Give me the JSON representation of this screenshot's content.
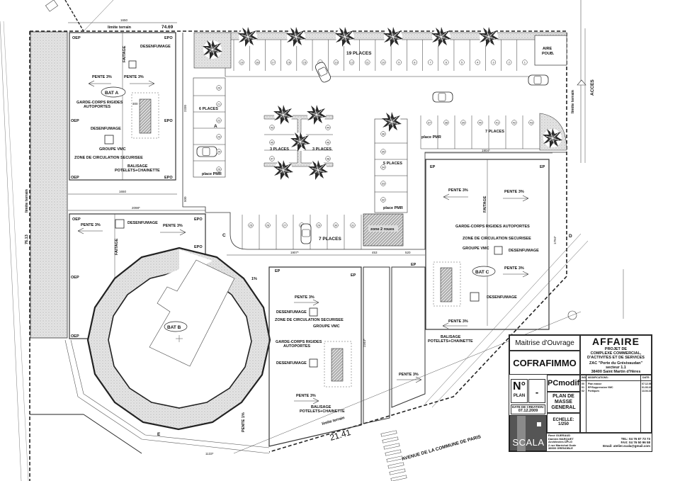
{
  "title_block": {
    "owner_label": "Maitrise d'Ouvrage",
    "owner": "COFRAFIMMO",
    "affaire_label": "AFFAIRE",
    "project_lines": [
      "PROJET DE",
      "COMPLEXE COMMERCIAL,",
      "D'ACTIVITES ET DE SERVICES"
    ],
    "location_lines": [
      "ZAC \"Porte du Grésivaudan\"",
      "secteur 1.1",
      "38400 Saint Martin d'Hères"
    ],
    "plan_no_label": "N°",
    "plan_word": "PLAN",
    "plan_no_value": "-",
    "date_label": "DATE DE CREATION:",
    "date_value": "07.12.2009",
    "doc_type": "PCmodif",
    "plan_title": "PLAN DE MASSE GENERAL",
    "scale_label": "ECHELLE:",
    "scale_value": "1/250",
    "modifications_header": {
      "no": "IND",
      "label": "MODIFICATIONS:",
      "date": "DATE:"
    },
    "modifications": [
      {
        "no": "00",
        "label": "Plan masse",
        "date": "07.12.09"
      },
      {
        "no": "01",
        "label": "EP/Suppression VMC",
        "date": "01.03.10"
      },
      {
        "no": "02",
        "label": "Portiques",
        "date": "13.04.10"
      }
    ],
    "studio_logo": "SCALA",
    "architects_lines": [
      "René GUERAUD",
      "Damien MARQUET",
      "Architectes DPLG",
      "2 rue Maréchal Gode",
      "38000 GRENOBLE"
    ],
    "tel": "TEL: 04 76 87 73 73",
    "fax": "FAX: 04 76 50 96 58",
    "email": "Email: atelier.scala@gmail.com"
  },
  "site": {
    "limit_label": "limite terrain",
    "limit_top_value": "74.69",
    "limit_left_value": "76.13",
    "limit_bottom_value": "21.41",
    "limit_right_label": "limite terrain",
    "access_label": "ACCES",
    "street_label": "AVENUE DE LA COMMUNE DE PARIS",
    "bin_area_label": [
      "AIRE",
      "POUB."
    ],
    "zone_label": "zone 2 roues",
    "dims": [
      "1650",
      "1650",
      "2098*",
      "1907*",
      "453",
      "520",
      "1904*",
      "300",
      "2330",
      "500",
      "2344*",
      "1794*",
      "1133*"
    ]
  },
  "parking": {
    "top_row_label": "19 PLACES",
    "top_row_numbers": [
      "19",
      "18",
      "17",
      "16",
      "15",
      "14",
      "13",
      "12",
      "11",
      "10",
      "9",
      "8",
      "7",
      "6",
      "5",
      "4",
      "3",
      "2",
      "1"
    ],
    "left_block_label": "6 PLACES",
    "left_numbers": [
      "20",
      "21",
      "22",
      "23",
      "24",
      "25"
    ],
    "pmr_label": "place PMR",
    "island_left_label": "3 PLACES",
    "island_right_label": "3 PLACES",
    "island_numbers": [
      "43",
      "44",
      "45",
      "46",
      "47",
      "48"
    ],
    "mid_block_label": "5 PLACES",
    "mid_numbers": [
      "36",
      "35",
      "34",
      "33",
      "32"
    ],
    "bottom_row_label": "7 PLACES",
    "bottom_numbers": [
      "25",
      "26",
      "27",
      "28",
      "29",
      "30",
      "31"
    ],
    "right_row_label": "7 PLACES",
    "right_numbers": [
      "37",
      "38",
      "39",
      "40",
      "41",
      "42",
      "43"
    ]
  },
  "buildings": {
    "bat_a": "BAT A",
    "bat_b": "BAT B",
    "bat_c": "BAT C",
    "slope": "PENTE 3%",
    "slope_1": "PENTE 1%",
    "one_percent": "1%",
    "ridge": "FAITAGE",
    "smoke": "DESENFUMAGE",
    "vmc": "GROUPE VMC",
    "guardrail": [
      "GARDE-CORPS RIGIDES",
      "AUTOPORTES"
    ],
    "guardrail_line": "GARDE-CORPS RIGIDES AUTOPORTES",
    "safe_zone": "ZONE DE CIRCULATION SECURISEE",
    "marking": [
      "BALISAGE",
      "POTELETS+CHAINETTE"
    ],
    "ep": "EP",
    "oep": "OEP",
    "epo": "EPO",
    "sections": [
      "A",
      "C",
      "D",
      "E"
    ]
  }
}
